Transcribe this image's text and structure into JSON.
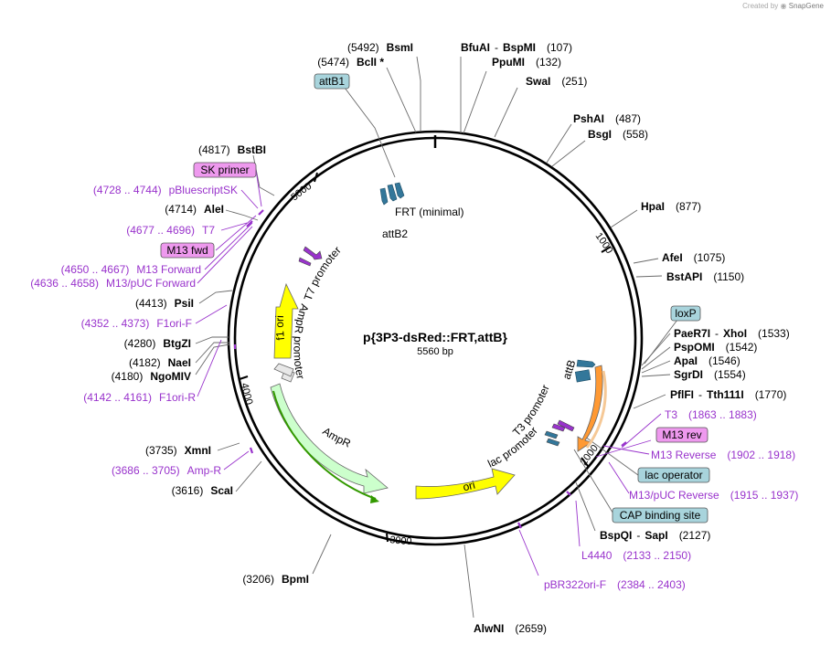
{
  "credit": {
    "prefix": "Created by",
    "brand": "SnapGene"
  },
  "plasmid": {
    "name": "p{3P3-dsRed::FRT,attB}",
    "size": "5560 bp",
    "length": 5560
  },
  "colors": {
    "backbone": "#000000",
    "enzyme_line": "#6a6a6a",
    "primer": "#9933cc",
    "ori": "#ffff00",
    "ampr": "#ccffcc",
    "ampr_line": "#339900",
    "promoter": "#e8e8e8",
    "misc": "#33779a",
    "misc_label_fill": "#a8d4dc",
    "orange": "#ff9933",
    "primer_label_fill": "#ee99ee"
  },
  "ticks": [
    {
      "label": "1000",
      "bp": 1000
    },
    {
      "label": "2000",
      "bp": 2000
    },
    {
      "label": "3000",
      "bp": 3000
    },
    {
      "label": "4000",
      "bp": 4000
    },
    {
      "label": "5000",
      "bp": 5000
    }
  ],
  "enzymes": [
    {
      "name": "BsmI",
      "pos": "(5492)",
      "bp": 5492,
      "side": "left"
    },
    {
      "name": "BclI *",
      "pos": "(5474)",
      "bp": 5474,
      "side": "left"
    },
    {
      "name": "BfuAI",
      "name2": "BspMI",
      "pos": "(107)",
      "bp": 107,
      "side": "right"
    },
    {
      "name": "PpuMI",
      "pos": "(132)",
      "bp": 132,
      "side": "right"
    },
    {
      "name": "SwaI",
      "pos": "(251)",
      "bp": 251,
      "side": "right"
    },
    {
      "name": "PshAI",
      "pos": "(487)",
      "bp": 487,
      "side": "right"
    },
    {
      "name": "BsgI",
      "pos": "(558)",
      "bp": 558,
      "side": "right"
    },
    {
      "name": "HpaI",
      "pos": "(877)",
      "bp": 877,
      "side": "right"
    },
    {
      "name": "AfeI",
      "pos": "(1075)",
      "bp": 1075,
      "side": "right"
    },
    {
      "name": "BstAPI",
      "pos": "(1150)",
      "bp": 1150,
      "side": "right"
    },
    {
      "name": "PaeR7I",
      "name2": "XhoI",
      "pos": "(1533)",
      "bp": 1533,
      "side": "right"
    },
    {
      "name": "PspOMI",
      "pos": "(1542)",
      "bp": 1542,
      "side": "right"
    },
    {
      "name": "ApaI",
      "pos": "(1546)",
      "bp": 1546,
      "side": "right"
    },
    {
      "name": "SgrDI",
      "pos": "(1554)",
      "bp": 1554,
      "side": "right"
    },
    {
      "name": "PflFI",
      "name2": "Tth111I",
      "pos": "(1770)",
      "bp": 1770,
      "side": "right"
    },
    {
      "name": "BspQI",
      "name2": "SapI",
      "pos": "(2127)",
      "bp": 2127,
      "side": "right"
    },
    {
      "name": "AlwNI",
      "pos": "(2659)",
      "bp": 2659,
      "side": "right"
    },
    {
      "name": "BpmI",
      "pos": "(3206)",
      "bp": 3206,
      "side": "left"
    },
    {
      "name": "ScaI",
      "pos": "(3616)",
      "bp": 3616,
      "side": "left"
    },
    {
      "name": "XmnI",
      "pos": "(3735)",
      "bp": 3735,
      "side": "left"
    },
    {
      "name": "NgoMIV",
      "pos": "(4180)",
      "bp": 4180,
      "side": "left"
    },
    {
      "name": "NaeI",
      "pos": "(4182)",
      "bp": 4182,
      "side": "left"
    },
    {
      "name": "BtgZI",
      "pos": "(4280)",
      "bp": 4280,
      "side": "left"
    },
    {
      "name": "PsiI",
      "pos": "(4413)",
      "bp": 4413,
      "side": "left"
    },
    {
      "name": "AleI",
      "pos": "(4714)",
      "bp": 4714,
      "side": "left"
    },
    {
      "name": "BstBI",
      "pos": "(4817)",
      "bp": 4817,
      "side": "left"
    }
  ],
  "primers": [
    {
      "name": "pBluescriptSK",
      "range": "(4728 .. 4744)",
      "side": "left"
    },
    {
      "name": "T7",
      "range": "(4677 .. 4696)",
      "side": "left"
    },
    {
      "name": "M13 Forward",
      "range": "(4650 .. 4667)",
      "side": "left"
    },
    {
      "name": "M13/pUC Forward",
      "range": "(4636 .. 4658)",
      "side": "left"
    },
    {
      "name": "F1ori-F",
      "range": "(4352 .. 4373)",
      "side": "left"
    },
    {
      "name": "F1ori-R",
      "range": "(4142 .. 4161)",
      "side": "left"
    },
    {
      "name": "Amp-R",
      "range": "(3686 .. 3705)",
      "side": "left"
    },
    {
      "name": "T3",
      "range": "(1863 .. 1883)",
      "side": "right"
    },
    {
      "name": "M13 Reverse",
      "range": "(1902 .. 1918)",
      "side": "right"
    },
    {
      "name": "M13/pUC Reverse",
      "range": "(1915 .. 1937)",
      "side": "right"
    },
    {
      "name": "L4440",
      "range": "(2133 .. 2150)",
      "side": "right"
    },
    {
      "name": "pBR322ori-F",
      "range": "(2384 .. 2403)",
      "side": "right"
    }
  ],
  "boxed_labels": [
    {
      "text": "attB1",
      "kind": "misc"
    },
    {
      "text": "SK primer",
      "kind": "primer"
    },
    {
      "text": "M13 fwd",
      "kind": "primer"
    },
    {
      "text": "loxP",
      "kind": "misc"
    },
    {
      "text": "M13 rev",
      "kind": "primer"
    },
    {
      "text": "lac operator",
      "kind": "misc"
    },
    {
      "text": "CAP binding site",
      "kind": "misc"
    }
  ],
  "features": [
    {
      "name": "ori",
      "kind": "ori"
    },
    {
      "name": "AmpR",
      "kind": "ampr"
    },
    {
      "name": "AmpR promoter",
      "kind": "promoter"
    },
    {
      "name": "f1 ori",
      "kind": "ori"
    },
    {
      "name": "T7 promoter",
      "kind": "promoter"
    },
    {
      "name": "T3 promoter",
      "kind": "promoter"
    },
    {
      "name": "lac promoter",
      "kind": "promoter"
    },
    {
      "name": "attB",
      "kind": "misc"
    },
    {
      "name": "attB2",
      "kind": "misc"
    },
    {
      "name": "FRT (minimal)",
      "kind": "misc"
    }
  ]
}
